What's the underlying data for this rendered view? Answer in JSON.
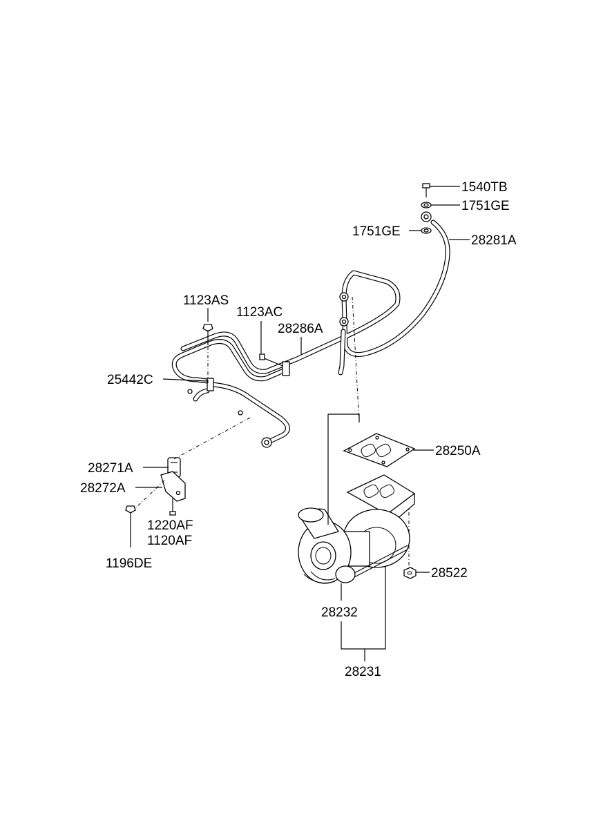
{
  "labels": {
    "p1540TB": "1540TB",
    "p1751GE_a": "1751GE",
    "p1751GE_b": "1751GE",
    "p28281A": "28281A",
    "p1123AS": "1123AS",
    "p1123AC": "1123AC",
    "p28286A": "28286A",
    "p25442C": "25442C",
    "p28250A": "28250A",
    "p28271A": "28271A",
    "p28272A": "28272A",
    "p1220AF": "1220AF",
    "p1120AF": "1120AF",
    "p1196DE": "1196DE",
    "p28522": "28522",
    "p28232": "28232",
    "p28231": "28231"
  }
}
